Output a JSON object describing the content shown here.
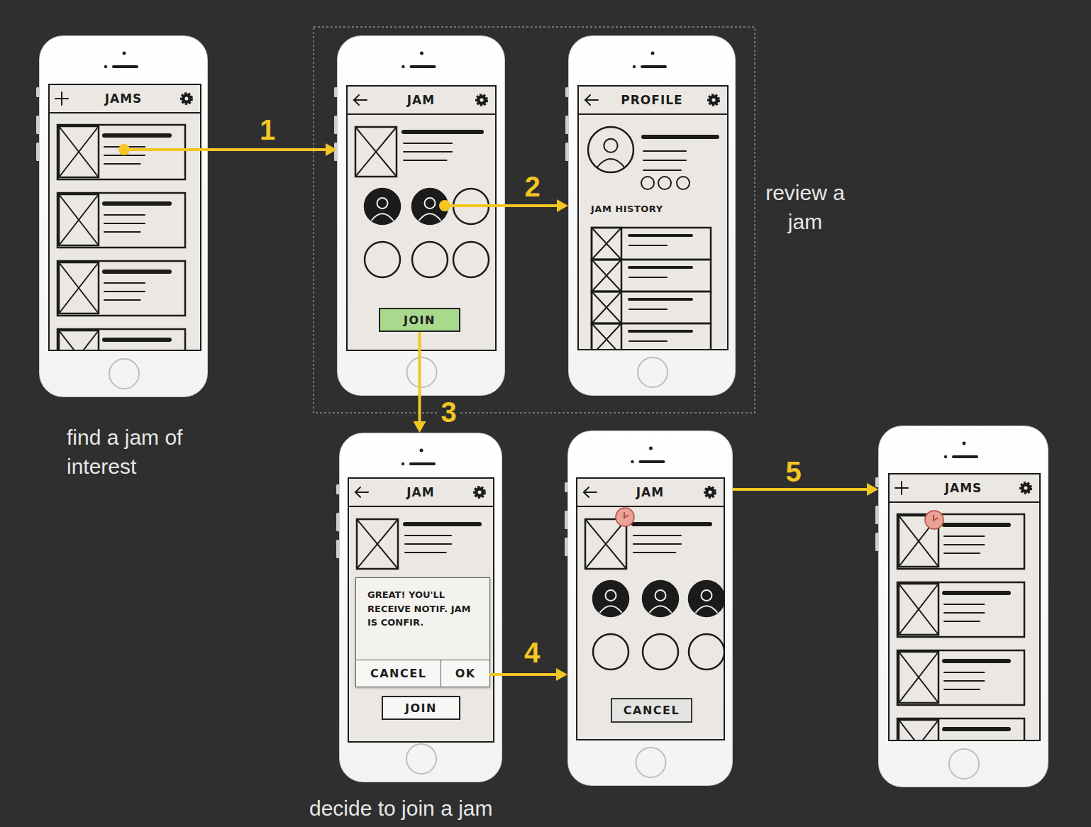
{
  "diagram": {
    "nodes": [
      {
        "text": [
          "JAMS"
        ]
      },
      {
        "text": [
          "JAM"
        ]
      },
      {
        "text": [
          "JOIN"
        ],
        "in": 1
      },
      {
        "text": [
          "PROFILE",
          "JAM HISTORY"
        ]
      },
      {
        "text": [
          "JAM"
        ]
      },
      {
        "text": [
          "GREAT! YOU'LL RECEIVE NOTIF. JAM IS CONFIR."
        ],
        "in": 4
      },
      {
        "text": [
          "CANCEL"
        ],
        "in": 5
      },
      {
        "text": [
          "OK"
        ],
        "in": 5
      },
      {
        "text": [
          "JOIN"
        ],
        "in": 4
      },
      {
        "text": [
          "JAM"
        ]
      },
      {
        "text": [
          "CANCEL"
        ],
        "in": 9
      },
      {
        "text": [
          "JAMS"
        ]
      }
    ],
    "edges": [
      {
        "from": 0,
        "to": 1,
        "arrow": "to",
        "label": "1"
      },
      {
        "from": 1,
        "to": 3,
        "arrow": "to",
        "label": "2"
      },
      {
        "from": 2,
        "to": 4,
        "arrow": "to",
        "label": "3"
      },
      {
        "from": 7,
        "to": 9,
        "arrow": "to",
        "label": "4"
      },
      {
        "from": 9,
        "to": 11,
        "arrow": "to",
        "label": "5"
      }
    ],
    "labels": [
      "find a jam of interest",
      "review a jam",
      "decide to join a jam"
    ]
  }
}
